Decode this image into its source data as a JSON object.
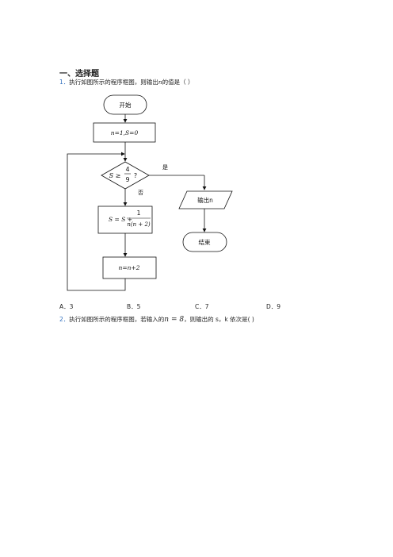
{
  "section": {
    "title": "一、选择题"
  },
  "questions": [
    {
      "number": "1．",
      "text_before": "执行如图所示的程序框图，则输出",
      "var": "n",
      "text_after": "的值是（   ）",
      "options": [
        {
          "label": "A．3"
        },
        {
          "label": "B．5"
        },
        {
          "label": "C．7"
        },
        {
          "label": "D．9"
        }
      ]
    },
    {
      "number": "2．",
      "text_before": "执行如图所示的程序框图，若输入的",
      "var": "n = 8",
      "text_after": "，则输出的 s，k 依次是(      )"
    }
  ],
  "flowchart": {
    "start": "开始",
    "init": "n=1,S=0",
    "decision_lhs": "S ≥",
    "decision_num": "4",
    "decision_den": "9",
    "decision_q": "?",
    "yes": "是",
    "no": "否",
    "output": "输出n",
    "update_lhs": "S = S +",
    "update_num": "1",
    "update_den": "n(n + 2)",
    "increment": "n=n+2",
    "end": "结束"
  }
}
